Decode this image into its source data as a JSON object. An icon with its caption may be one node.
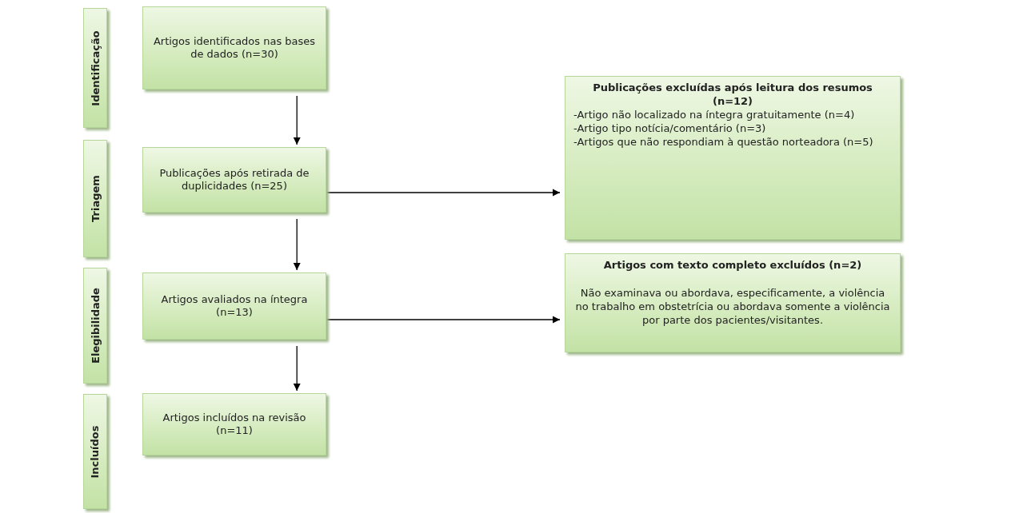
{
  "diagram": {
    "nodes": [
      {
        "text": [
          "Identificação"
        ]
      },
      {
        "text": [
          "Triagem"
        ]
      },
      {
        "text": [
          "Elegibilidade"
        ]
      },
      {
        "text": [
          "Incluídos"
        ]
      },
      {
        "text": [
          "Artigos identificados nas bases de dados (n=30)"
        ]
      },
      {
        "text": [
          "Publicações após retirada de duplicidades (n=25)"
        ]
      },
      {
        "text": [
          "Artigos avaliados na íntegra (n=13)"
        ]
      },
      {
        "text": [
          "Artigos incluídos na revisão (n=11)"
        ]
      },
      {
        "text": [
          "Publicações excluídas após leitura dos resumos (n=12)",
          "-Artigo não localizado na íntegra gratuitamente (n=4)",
          "-Artigo tipo notícia/comentário (n=3)",
          "-Artigos que não respondiam à questão norteadora (n=5)"
        ]
      },
      {
        "text": [
          "Artigos com texto completo excluídos (n=2)",
          "Não examinava ou abordava, especificamente, a violência no trabalho em obstetrícia ou abordava somente a violência por parte dos pacientes/visitantes."
        ]
      }
    ],
    "edges": [
      {
        "from": 4,
        "to": 5,
        "arrow": "to"
      },
      {
        "from": 5,
        "to": 6,
        "arrow": "to"
      },
      {
        "from": 6,
        "to": 7,
        "arrow": "to"
      },
      {
        "from": 5,
        "to": 8,
        "arrow": "to"
      },
      {
        "from": 6,
        "to": 9,
        "arrow": "to"
      }
    ]
  }
}
